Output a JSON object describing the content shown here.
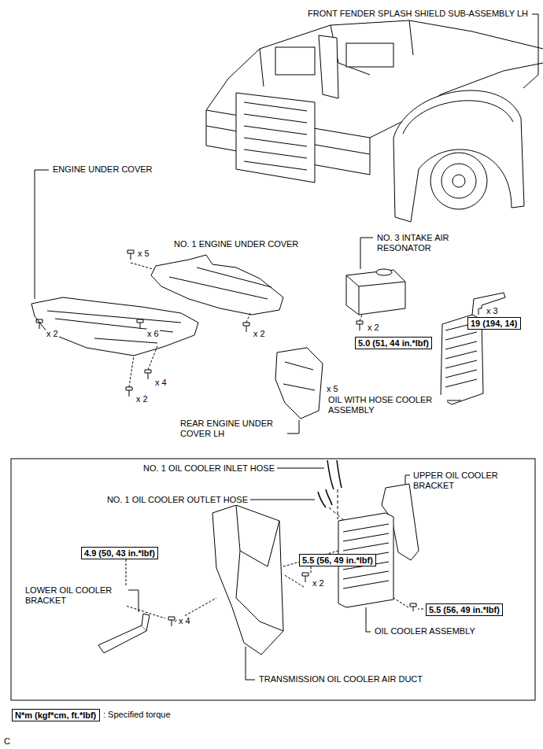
{
  "diagram": {
    "nodes": [
      {
        "text": [
          "19 (194, 14)"
        ]
      },
      {
        "text": [
          "5.0 (51, 44 in.*lbf)"
        ]
      },
      {
        "text": [
          "4.9 (50, 43 in.*lbf)"
        ]
      },
      {
        "text": [
          "5.5 (56, 49 in.*lbf)"
        ]
      },
      {
        "text": [
          "5.5 (56, 49 in.*lbf)"
        ]
      },
      {
        "text": [
          "N*m (kgf*cm, ft.*lbf)"
        ]
      }
    ],
    "labels": [
      "FRONT FENDER SPLASH SHIELD SUB-ASSEMBLY LH",
      "ENGINE UNDER COVER",
      "x 5",
      "NO. 1 ENGINE UNDER COVER",
      "NO. 3 INTAKE AIR RESONATOR",
      "x 3",
      "x 2",
      "x 2",
      "x 6",
      "x 4",
      "x 2",
      "x 2",
      "x 5",
      "REAR ENGINE UNDER COVER LH",
      "OIL WITH HOSE COOLER ASSEMBLY",
      "NO. 1 OIL COOLER INLET HOSE",
      "NO. 1 OIL COOLER OUTLET HOSE",
      "UPPER OIL COOLER BRACKET",
      "LOWER OIL COOLER BRACKET",
      "x 2",
      "x 4",
      "OIL COOLER ASSEMBLY",
      "TRANSMISSION OIL COOLER AIR DUCT",
      ": Specified torque",
      "C"
    ]
  }
}
